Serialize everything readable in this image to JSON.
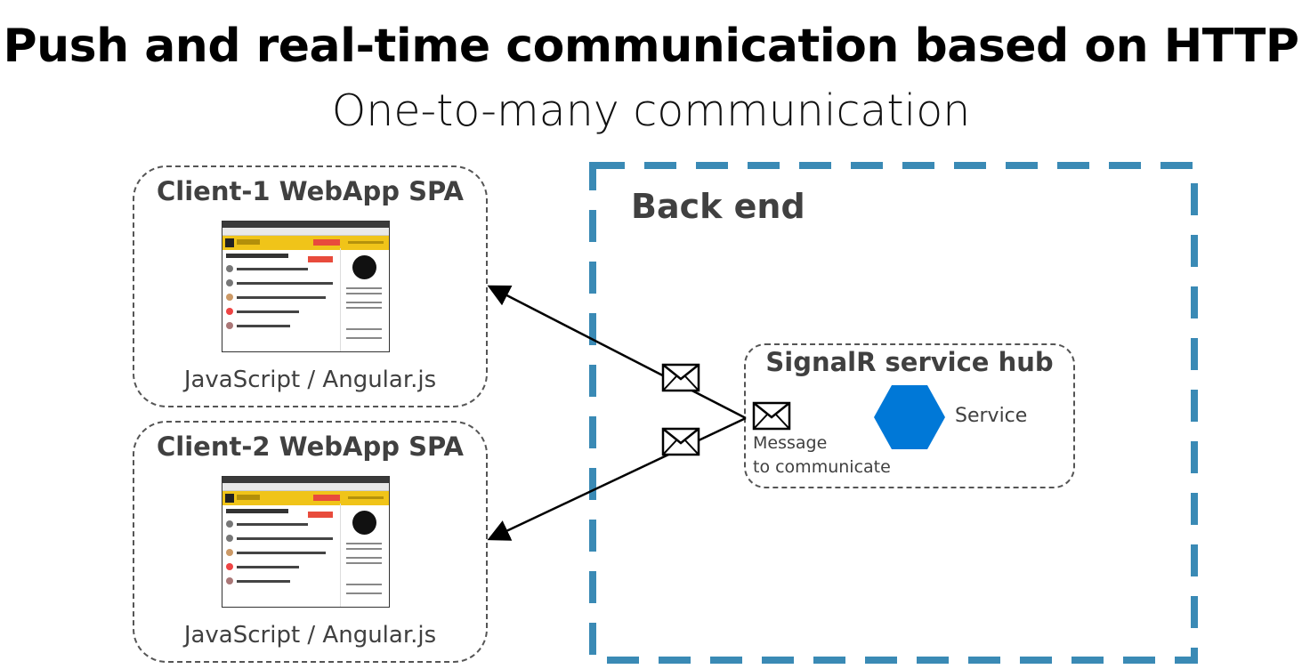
{
  "title": "Push and real-time communication based on HTTP",
  "subtitle": "One-to-many communication",
  "clients": [
    {
      "title": "Client-1 WebApp SPA",
      "tech": "JavaScript / Angular.js"
    },
    {
      "title": "Client-2 WebApp SPA",
      "tech": "JavaScript / Angular.js"
    }
  ],
  "backend": {
    "label": "Back end"
  },
  "hub": {
    "title": "SignalR service hub",
    "service_label": "Service",
    "message_line1": "Message",
    "message_line2": "to communicate"
  },
  "colors": {
    "backend_border": "#3a8ab5",
    "service_hexagon": "#0078d7",
    "text_gray": "#404040"
  },
  "icons": [
    "envelope-icon",
    "hexagon-icon",
    "arrow-icon"
  ]
}
